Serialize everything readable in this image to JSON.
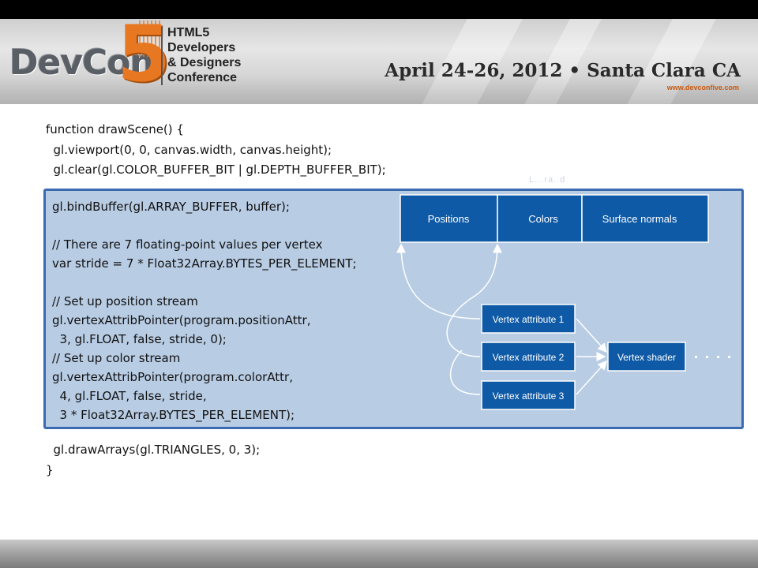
{
  "header": {
    "logo_main": "DevCon",
    "logo_digit": "5",
    "logo_lines": [
      "HTML5",
      "Developers",
      "& Designers",
      "Conference"
    ],
    "event_date": "April 24-26, 2012 • Santa Clara CA",
    "event_url": "www.devconfive.com"
  },
  "code": {
    "pre_lines": [
      "function drawScene() {",
      "  gl.viewport(0, 0, canvas.width, canvas.height);",
      "  gl.clear(gl.COLOR_BUFFER_BIT | gl.DEPTH_BUFFER_BIT);"
    ],
    "highlight_lines": [
      "gl.bindBuffer(gl.ARRAY_BUFFER, buffer);",
      "",
      "// There are 7 floating-point values per vertex",
      "var stride = 7 * Float32Array.BYTES_PER_ELEMENT;",
      "",
      "// Set up position stream",
      "gl.vertexAttribPointer(program.positionAttr,",
      "  3, gl.FLOAT, false, stride, 0);",
      "// Set up color stream",
      "gl.vertexAttribPointer(program.colorAttr,",
      "  4, gl.FLOAT, false, stride,",
      "  3 * Float32Array.BYTES_PER_ELEMENT);"
    ],
    "post_lines": [
      "  gl.drawArrays(gl.TRIANGLES, 0, 3);",
      "}"
    ]
  },
  "diagram": {
    "caption": "L...ra..d",
    "buffer_cells": [
      "Positions",
      "Colors",
      "Surface normals"
    ],
    "attributes": [
      "Vertex attribute 1",
      "Vertex attribute 2",
      "Vertex attribute 3"
    ],
    "shader": "Vertex shader",
    "colors": {
      "box_fill": "#0f5aa6",
      "box_stroke": "#ffffff",
      "arrow": "#ffffff",
      "highlight_bg": "#b8cce4",
      "highlight_border": "#3b6bb1"
    }
  }
}
